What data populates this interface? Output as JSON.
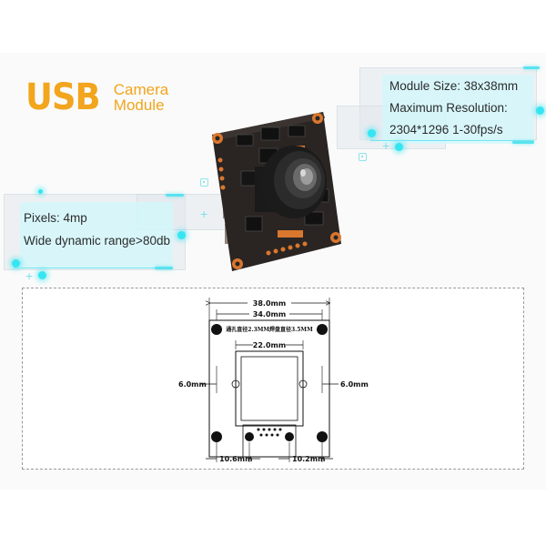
{
  "title": {
    "brand": "USB",
    "subtitle_line1": "Camera",
    "subtitle_line2": "Module",
    "color": "#f2a51d"
  },
  "specs_right": {
    "lines": [
      "Module Size: 38x38mm",
      "Maximum Resolution:",
      "2304*1296  1-30fps/s"
    ]
  },
  "specs_left": {
    "lines": [
      "Pixels: 4mp",
      "Wide dynamic range>80db"
    ]
  },
  "accent_color": "#35e6f2",
  "product_image": {
    "icon": "camera-module-pcb-icon"
  },
  "drawing": {
    "overall_width": "38.0mm",
    "hole_spacing": "34.0mm",
    "lens_holder_width": "22.0mm",
    "left_margin": "6.0mm",
    "right_margin": "6.0mm",
    "bottom_left": "10.6mm",
    "bottom_right": "10.2mm",
    "note": "通孔直径2.3MM焊盘直径3.5MM"
  }
}
